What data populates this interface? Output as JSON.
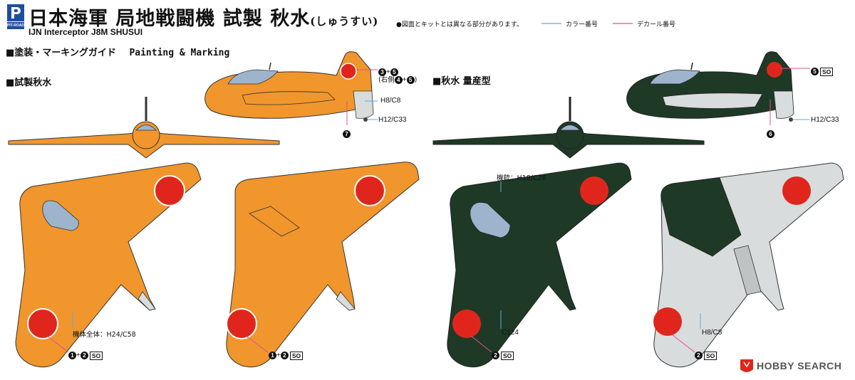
{
  "header": {
    "logo_text": "PIT-ROAD",
    "title": "日本海軍 局地戦闘機 試製 秋水",
    "title_reading": "(しゅうすい)",
    "subtitle": "IJN Interceptor J8M SHUSUI",
    "note": "●図面とキットとは異なる部分があります。",
    "legend_color_label": "カラー番号",
    "legend_decal_label": "デカール番号"
  },
  "guide": {
    "title_jp": "■塗装・マーキングガイド",
    "title_en": "Painting & Marking"
  },
  "sections": {
    "prototype": "■試製秋水",
    "production": "■秋水 量産型"
  },
  "callouts": {
    "p_tail_decal_a": "3",
    "p_tail_decal_b": "5",
    "p_tail_right_prefix": "(右側",
    "p_tail_right_a": "4",
    "p_tail_right_b": "5",
    "p_tail_right_suffix": ")",
    "p_h8": "H8/C8",
    "p_h12": "H12/C33",
    "p_decal7": "7",
    "p_body": "機体全体：H24/C58",
    "p_top_decal_a": "1",
    "p_top_decal_b": "2",
    "p_top_so": "SO",
    "p_bot_decal_a": "1",
    "p_bot_decal_b": "2",
    "p_bot_so": "SO",
    "m_tail_decal": "5",
    "m_tail_so": "SO",
    "m_h12": "H12/C33",
    "m_decal6": "6",
    "m_gun": "機銃：H18/C28",
    "m_c124": "C124",
    "m_top_decal": "2",
    "m_top_so": "SO",
    "m_h8": "H8/C8",
    "m_bot_decal": "2",
    "m_bot_so": "SO"
  },
  "watermark": "HOBBY SEARCH",
  "colors": {
    "orange": "#f0962c",
    "dark_green": "#1e3a26",
    "light_gray": "#d9dcdc",
    "hinomaru": "#e0261c",
    "canopy": "#9db4cc",
    "color_line": "#5aa8e6",
    "decal_line": "#e0508c",
    "logo_blue": "#1b4f9c"
  }
}
